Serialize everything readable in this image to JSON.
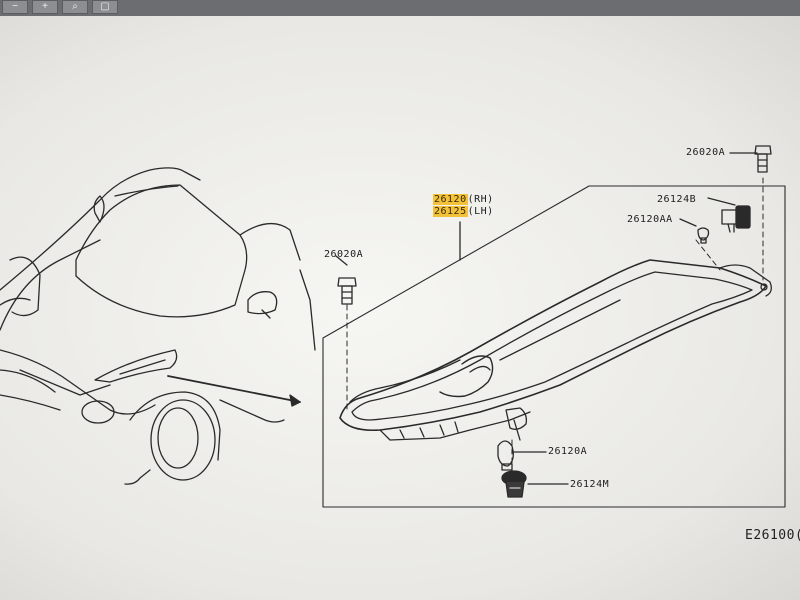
{
  "toolbar": {
    "buttons": [
      {
        "name": "zoom-out-button",
        "icon": "zoom-out-icon",
        "glyph": "−"
      },
      {
        "name": "zoom-in-button",
        "icon": "zoom-in-icon",
        "glyph": "+"
      },
      {
        "name": "search-button",
        "icon": "search-icon",
        "glyph": "⌕"
      },
      {
        "name": "fit-page-button",
        "icon": "fit-page-icon",
        "glyph": "▢"
      }
    ]
  },
  "diagram": {
    "page_code": "E26100(",
    "callouts": {
      "headlamp_rh_part": "26120",
      "headlamp_rh_side": "(RH)",
      "headlamp_lh_part": "26125",
      "headlamp_lh_side": "(LH)",
      "bolt_left": "26020A",
      "bolt_top_right": "26020A",
      "socket_top": "26124B",
      "bulb_small": "26120AA",
      "bulb_bottom": "26120A",
      "socket_bottom": "26124M"
    },
    "highlight_color": "#f2c23b",
    "line_color": "#2a2a2a"
  }
}
